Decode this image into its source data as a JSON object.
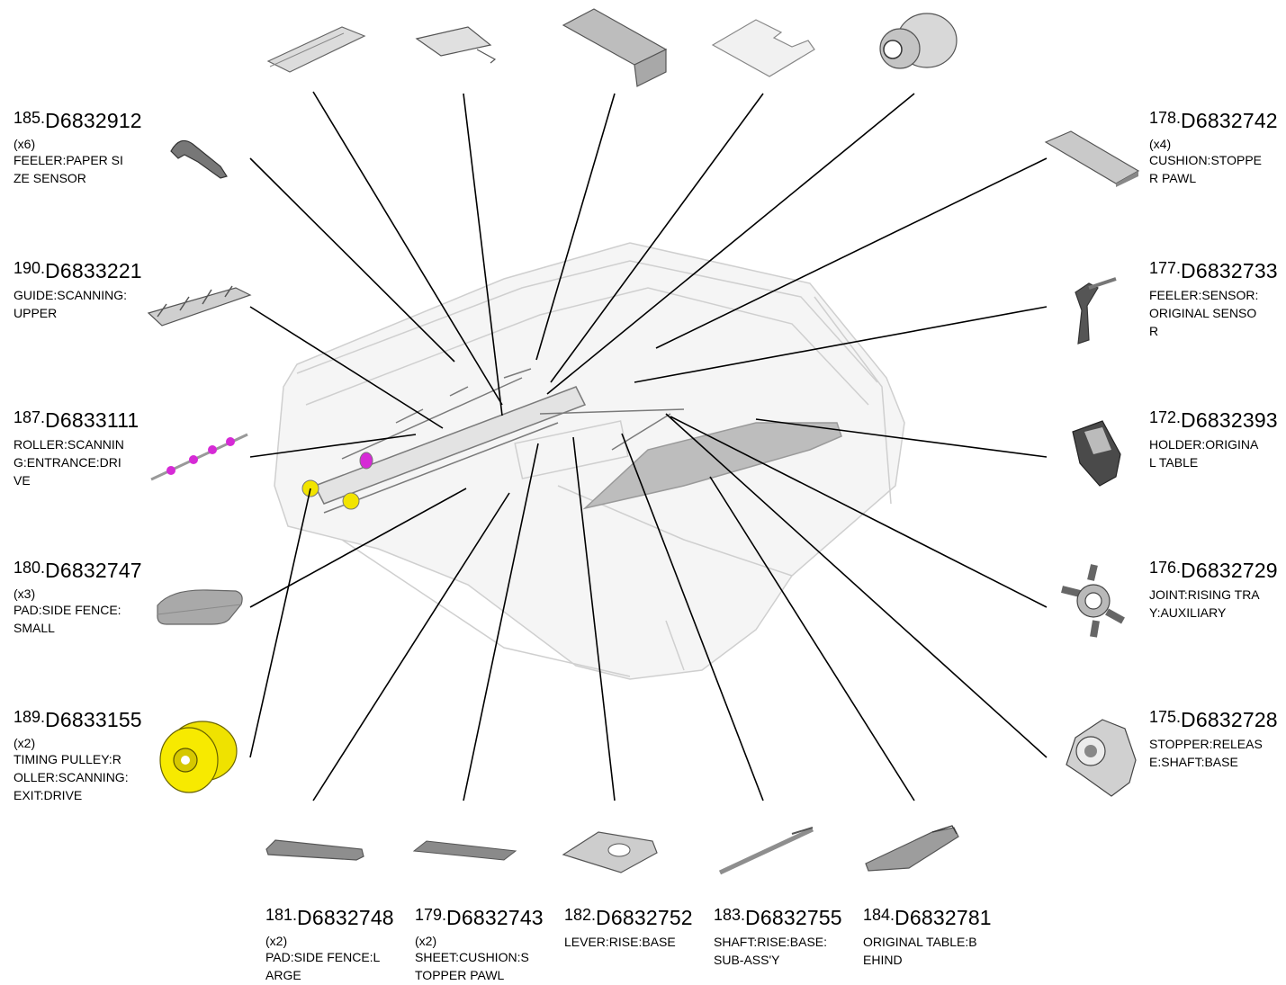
{
  "parts": [
    {
      "id": "p185",
      "number": "185.",
      "code": "D6832912",
      "qty": "(x6)",
      "desc": "FEELER:PAPER SI\nZE SENSOR"
    },
    {
      "id": "p190",
      "number": "190.",
      "code": "D6833221",
      "qty": "",
      "desc": "GUIDE:SCANNING:\nUPPER"
    },
    {
      "id": "p187",
      "number": "187.",
      "code": "D6833111",
      "qty": "",
      "desc": "ROLLER:SCANNIN\nG:ENTRANCE:DRI\nVE"
    },
    {
      "id": "p180",
      "number": "180.",
      "code": "D6832747",
      "qty": "(x3)",
      "desc": "PAD:SIDE FENCE:\nSMALL"
    },
    {
      "id": "p189",
      "number": "189.",
      "code": "D6833155",
      "qty": "(x2)",
      "desc": "TIMING PULLEY:R\nOLLER:SCANNING:\nEXIT:DRIVE"
    },
    {
      "id": "p178",
      "number": "178.",
      "code": "D6832742",
      "qty": "(x4)",
      "desc": "CUSHION:STOPPE\nR PAWL"
    },
    {
      "id": "p177",
      "number": "177.",
      "code": "D6832733",
      "qty": "",
      "desc": "FEELER:SENSOR:\nORIGINAL SENSO\nR"
    },
    {
      "id": "p172",
      "number": "172.",
      "code": "D6832393",
      "qty": "",
      "desc": "HOLDER:ORIGINA\nL TABLE"
    },
    {
      "id": "p176",
      "number": "176.",
      "code": "D6832729",
      "qty": "",
      "desc": "JOINT:RISING TRA\nY:AUXILIARY"
    },
    {
      "id": "p175",
      "number": "175.",
      "code": "D6832728",
      "qty": "",
      "desc": "STOPPER:RELEAS\nE:SHAFT:BASE"
    },
    {
      "id": "p181",
      "number": "181.",
      "code": "D6832748",
      "qty": "(x2)",
      "desc": "PAD:SIDE FENCE:L\nARGE"
    },
    {
      "id": "p179",
      "number": "179.",
      "code": "D6832743",
      "qty": "(x2)",
      "desc": "SHEET:CUSHION:S\nTOPPER PAWL"
    },
    {
      "id": "p182",
      "number": "182.",
      "code": "D6832752",
      "qty": "",
      "desc": "LEVER:RISE:BASE"
    },
    {
      "id": "p183",
      "number": "183.",
      "code": "D6832755",
      "qty": "",
      "desc": "SHAFT:RISE:BASE:\nSUB-ASS'Y"
    },
    {
      "id": "p184",
      "number": "184.",
      "code": "D6832781",
      "qty": "",
      "desc": "ORIGINAL TABLE:B\nEHIND"
    }
  ],
  "colors": {
    "line": "#000000",
    "body_ghost": "#c8c8c8",
    "part_gray": "#9a9a9a",
    "part_dark": "#555555",
    "accent_yellow": "#f2e400",
    "accent_magenta": "#d62ad6"
  }
}
